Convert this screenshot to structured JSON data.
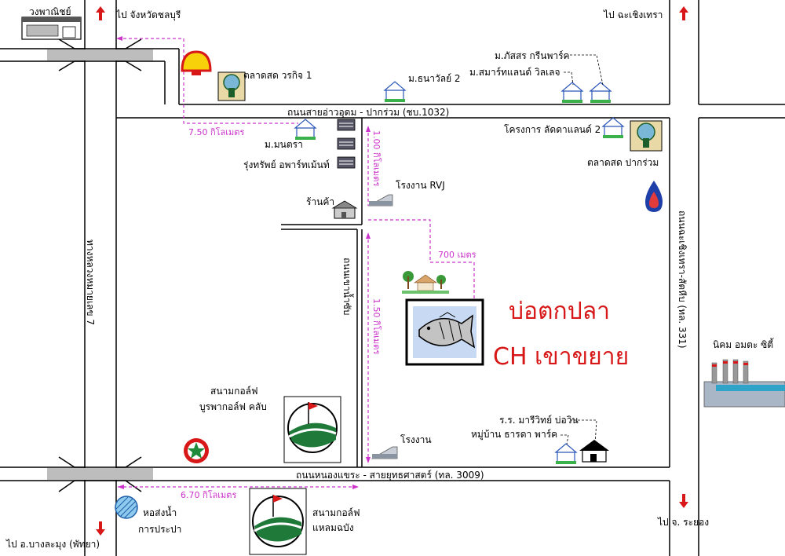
{
  "labels": {
    "top_left_city": "ไป จังหวัดชลบุรี",
    "top_right_city": "ไป ฉะเชิงเทรา",
    "bottom_left_city": "ไป อ.บางละมุง (พัทยา)",
    "bottom_right_city": "ไป จ. ระยอง",
    "shop_top_left": "วงพาณิชย์",
    "market_worakit": "ตลาดสด วรกิจ 1",
    "thanawan": "ม.ธนาวัลย์ 2",
    "pattsorn": "ม.ภัสสร กรีนพาร์ค",
    "smartland": "ม.สมาร์ทแลนด์ วิลเลจ",
    "manatra": "ม.มนตรา",
    "rungsap": "รุ่งทรัพย์ อพาร์ทเม้นท์",
    "shop": "ร้านค้า",
    "rvj": "โรงงาน RVJ",
    "ladda": "โครงการ ลัดดาแลนด์ 2",
    "market_pakruam": "ตลาดสด ปากร่วม",
    "amata": "นิคม อมตะ ซิตี้",
    "school": "ร.ร. มารีวิทย์ บ่อวิน",
    "thara": "หมู่บ้าน ธารดา พาร์ค",
    "factory": "โรงงาน",
    "golf_burapha_1": "สนามกอล์ฟ",
    "golf_burapha_2": "บูรพากอล์ฟ คลับ",
    "water_1": "หอส่งน้ำ",
    "water_2": "การประปา",
    "golf_laem_1": "สนามกอล์ฟ",
    "golf_laem_2": "แหลมฉบัง"
  },
  "roads": {
    "top_road": "ถนนสายอ่าวอุดม - ปากร่วม (ชบ.1032)",
    "bottom_road": "ถนนหนองแขระ - สายยุทธศาสตร์ (ทล. 3009)",
    "left_highway": "ทางหลวงหมายเลข 7",
    "middle_road": "ถนนเขาน้ำซับ",
    "right_road": "ถนนฉะเชิงเทรา-สัตหีบ (ทล. 331)"
  },
  "distances": {
    "d_top_left": "7.50 กิโลเมตร",
    "d_vertical_top": "1.00 กิโลเมตร",
    "d_700": "700 เมตร",
    "d_vertical_mid": "1.50 กิโลเมตร",
    "d_bottom_left": "6.70 กิโลเมตร"
  },
  "destination": {
    "line1": "บ่อตกปลา",
    "line2": "CH เขาขยาย"
  },
  "colors": {
    "road_line": "#000000",
    "distance_dash": "#cc33cc",
    "arrow_red": "#d81818",
    "title_red": "#d81818",
    "bridge_gray": "#bdbdbd"
  }
}
